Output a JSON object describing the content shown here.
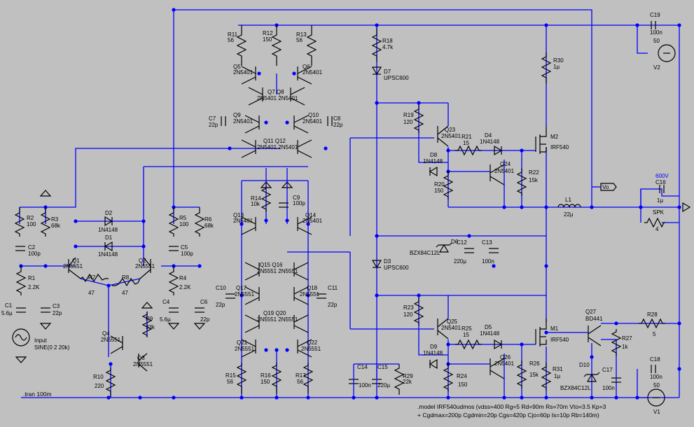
{
  "schematic": {
    "labels": {
      "R11": "R11",
      "R11v": "56",
      "R12": "R12",
      "R12v": "150",
      "R13": "R13",
      "R13v": "56",
      "Q5": "Q5",
      "Q5t": "2N5401",
      "Q6": "Q6",
      "Q6t": "2N5401",
      "Q7Q8": "Q7 Q8",
      "Q7Q8t": "2N5401 2N5401",
      "Q9": "Q9",
      "Q9t": "2N5401",
      "Q10": "Q10",
      "Q10t": "2N5401",
      "Q11Q12": "Q11 Q12",
      "Q11Q12t": "2N5401 2N5401",
      "C7": "C7",
      "C7v": "22p",
      "C8": "C8",
      "C8v": "22p",
      "R18": "R18",
      "R18v": "4.7k",
      "D7": "D7",
      "D7t": "UPSC600",
      "R30": "R30",
      "R30v": "1µ",
      "C19": "C19",
      "C19v": "100n",
      "V2v": "50",
      "V2": "V2",
      "R19": "R19",
      "R19v": "120",
      "Q23": "Q23",
      "Q23t": "2N5401",
      "R21": "R21",
      "R21v": "15",
      "D4": "D4",
      "D4t": "1N4148",
      "M2": "M2",
      "M2t": "IRF540",
      "D8": "D8",
      "D8t": "1N4148",
      "Q24": "Q24",
      "Q24t": "2N5401",
      "R20": "R20",
      "R20v": "150",
      "R22": "R22",
      "R22v": "15k",
      "Vo": "Vo",
      "L1": "L1",
      "L1v": "22µ",
      "C16v0": "600V",
      "C16": "C16",
      "C16v": "1µ",
      "SPK": "SPK",
      "SPKv": "4",
      "R14": "R14",
      "R14v": "10k",
      "C9": "C9",
      "C9v": "100p",
      "Q13": "Q13",
      "Q13t": "2N5401",
      "Q14": "Q14",
      "Q14t": "2N5401",
      "D6": "D6",
      "D6t": "BZX84C12L",
      "C12": "C12",
      "C12v": "220µ",
      "C13": "C13",
      "C13v": "100n",
      "D3": "D3",
      "D3t": "UPSC600",
      "R2": "R2",
      "R2v": "100",
      "R3": "R3",
      "R3v": "68k",
      "C2": "C2",
      "C2v": "100p",
      "R1": "R1",
      "R1v": "2.2K",
      "C1": "C1",
      "C1v": "5.6µ",
      "C3": "C3",
      "C3v": "22p",
      "inputA": "Input",
      "inputB": "SINE(0 2 20k)",
      "D2": "D2",
      "D2t": "1N4148",
      "D1": "D1",
      "D1t": "1N4148",
      "Q1": "Q1",
      "Q1t": "2N5551",
      "Q2": "Q2",
      "Q2t": "2N5551",
      "R7": "R7",
      "R7v": "47",
      "R8": "R8",
      "R8v": "47",
      "R5": "R5",
      "R5v": "100",
      "R6": "R6",
      "R6v": "68k",
      "C5": "C5",
      "C5v": "100p",
      "R4": "R4",
      "R4v": "2.2K",
      "C4": "C4",
      "C4v": "5.6µ",
      "C6": "C6",
      "C6v": "22p",
      "R9": "R9",
      "R9v": "33k",
      "Q4": "Q4",
      "Q4t": "2N5551",
      "Q3": "Q3",
      "Q3t": "2N5551",
      "R10": "R10",
      "R10v": "220",
      "Q15Q16": "Q15 Q16",
      "Q15Q16t": "2N5551 2N5551",
      "C10": "C10",
      "C10v": "22p",
      "Q17": "Q17",
      "Q17t": "2N5551",
      "Q18": "Q18",
      "Q18t": "2N5551",
      "C11": "C11",
      "C11v": "22p",
      "Q19Q20": "Q19 Q20",
      "Q19Q20t": "2N5551 2N5551",
      "Q21": "Q21",
      "Q21t": "2N5551",
      "Q22": "Q22",
      "Q22t": "2N5551",
      "R15": "R15",
      "R15v": "56",
      "R16": "R16",
      "R16v": "150",
      "R17": "R17",
      "R17v": "56",
      "R23": "R23",
      "R23v": "120",
      "Q25": "Q25",
      "Q25t": "2N5401",
      "R25": "R25",
      "R25v": "15",
      "D5": "D5",
      "D5t": "1N4148",
      "M1": "M1",
      "M1t": "IRF540",
      "Q27": "Q27",
      "Q27t": "BD441",
      "R28": "R28",
      "R28v": "5",
      "D9": "D9",
      "D9t": "1N4148",
      "Q26": "Q26",
      "Q26t": "2N5401",
      "R27": "R27",
      "R27v": "1k",
      "R26": "R26",
      "R26v": "15k",
      "R31": "R31",
      "R31v": "1µ",
      "D10": "D10",
      "D10t": "BZX84C12L",
      "C17": "C17",
      "C17v": "100n",
      "C18": "C18",
      "C18v": "100n",
      "V1v": "50",
      "V1": "V1",
      "C14": "C14",
      "C14v": "100n",
      "C15": "C15",
      "C15v": "220µ",
      "R29": "R29",
      "R29v": "22k",
      "R24": "R24",
      "R24v": "150"
    },
    "directives": {
      "tran": ".tran 100m",
      "model1": ".model IRF540udmos (vdss=400 Rg=5 Rd=90m Rs=70m Vto=3.5 Kp=3",
      "model2": "+ Cgdmax=200p Cgdmin=20p Cgs=420p Cjo=60p Is=10p Rb=140m)"
    }
  }
}
